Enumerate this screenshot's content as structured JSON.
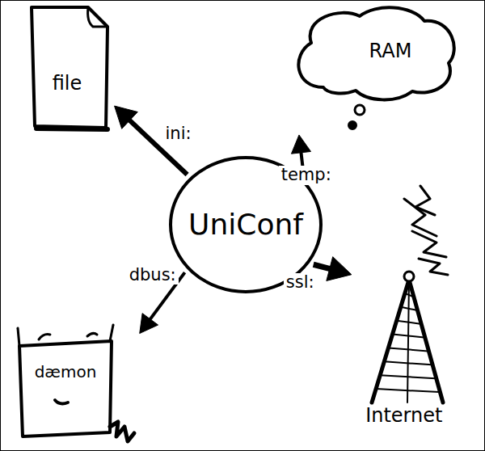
{
  "diagram": {
    "nodes": [
      {
        "text": [
          "file"
        ]
      },
      {
        "text": [
          "RAM"
        ]
      },
      {
        "text": [
          "UniConf"
        ]
      },
      {
        "text": [
          "dæmon"
        ]
      },
      {
        "text": [
          "Internet"
        ]
      }
    ],
    "edges": [
      {
        "from": 2,
        "to": 0,
        "label": "ini:",
        "arrow": "to"
      },
      {
        "from": 2,
        "to": 1,
        "label": "temp:",
        "arrow": "to"
      },
      {
        "from": 2,
        "to": 4,
        "label": "ssl:",
        "arrow": "to"
      },
      {
        "from": 2,
        "to": 3,
        "label": "dbus:",
        "arrow": "to"
      }
    ]
  }
}
